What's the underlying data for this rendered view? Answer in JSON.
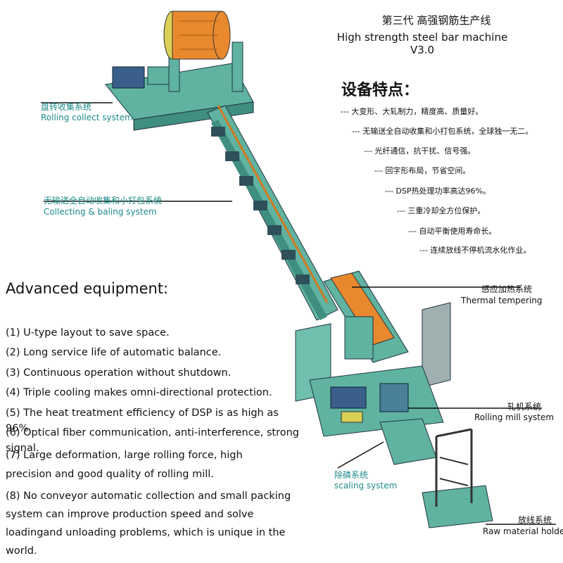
{
  "title": {
    "cn": "第三代 高强钢筋生产线",
    "en": "High strength steel bar machine V3.0"
  },
  "features": {
    "heading": "设备特点：",
    "items": [
      "--- 大变形、大轧制力，精度高、质量好。",
      "--- 无输送全自动收集和小打包系统，全球独一无二。",
      "--- 光纤通信，抗干扰、信号强。",
      "--- 回字形布局，节省空间。",
      "--- DSP热处理功率高达96%。",
      "--- 三重冷却全方位保护。",
      "--- 自动平衡使用寿命长。",
      "--- 连续放线不停机流水化作业。"
    ]
  },
  "labels": {
    "rolling_collect": {
      "cn": "盘转收集系统",
      "en": "Rolling collect system"
    },
    "collecting_baling": {
      "cn": "无输送全自动收集和小打包系统",
      "en": "Collecting & baling system"
    },
    "thermal": {
      "cn": "感应加热系统",
      "en": "Thermal tempering"
    },
    "rolling_mill": {
      "cn": "轧机系统",
      "en": "Rolling mill system"
    },
    "scaling": {
      "cn": "除磷系统",
      "en": "scaling system"
    },
    "raw_material": {
      "cn": "放线系统",
      "en": "Raw material holder"
    }
  },
  "advanced": {
    "heading": "Advanced equipment:",
    "items": [
      "(1) U-type layout to save space.",
      "(2) Long service life of automatic balance.",
      "(3) Continuous operation without shutdown.",
      "(4) Triple cooling makes omni-directional protection.",
      "(5) The heat treatment efficiency of DSP is as high as 96%.",
      "(6) Optical fiber communication, anti-interference, strong signal.",
      "(7) Large deformation, large rolling force, high precision and good quality of rolling mill.",
      "(8) No conveyor automatic collection and small packing system can improve production speed and solve loadingand unloading problems, which is unique in the world."
    ]
  },
  "colors": {
    "machine_green": "#5fb3a0",
    "machine_dark": "#2f6f66",
    "spool_orange": "#e8892e",
    "label_teal": "#1e8a8a"
  }
}
